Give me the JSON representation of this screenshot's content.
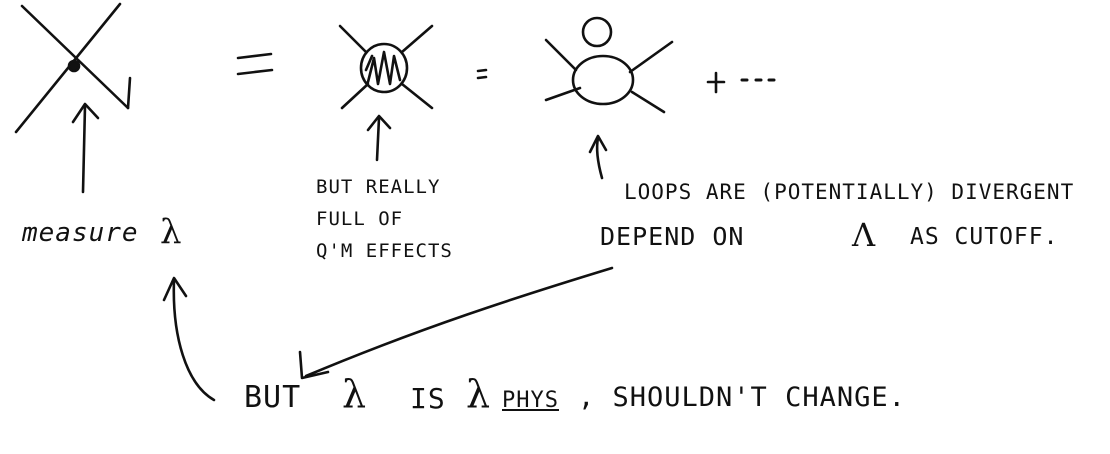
{
  "ink_color": "#111111",
  "diagram": {
    "operators": {
      "equals_big": "=",
      "equals_small": "=",
      "plus": "+",
      "ellipsis": "· · ·"
    },
    "labels": {
      "measure": "measure",
      "measure_symbol": "λ",
      "but_really": [
        "BUT REALLY",
        "FULL OF",
        "Q'M EFFECTS"
      ],
      "loops": [
        "LOOPS ARE (POTENTIALLY) DIVERGENT",
        "DEPEND ON",
        "Λ",
        "AS CUTOFF."
      ],
      "bottom": {
        "but": "BUT",
        "lambda": "λ",
        "is": "IS",
        "lambda_phys": "λ",
        "phys": "PHYS",
        "rest": ", SHOULDN'T CHANGE."
      }
    }
  }
}
